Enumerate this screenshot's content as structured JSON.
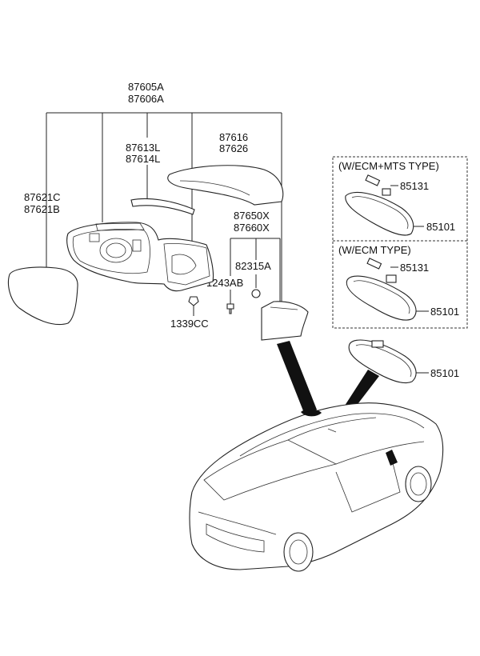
{
  "parts": {
    "p87605A": "87605A",
    "p87606A": "87606A",
    "p87613L": "87613L",
    "p87614L": "87614L",
    "p87616": "87616",
    "p87626": "87626",
    "p87621C": "87621C",
    "p87621B": "87621B",
    "p87650X": "87650X",
    "p87660X": "87660X",
    "p82315A": "82315A",
    "p1243AB": "1243AB",
    "p1339CC": "1339CC",
    "box1_title": "(W/ECM+MTS TYPE)",
    "box1_85131": "85131",
    "box1_85101": "85101",
    "box2_title": "(W/ECM TYPE)",
    "box2_85131": "85131",
    "box2_85101": "85101",
    "p85101": "85101"
  }
}
